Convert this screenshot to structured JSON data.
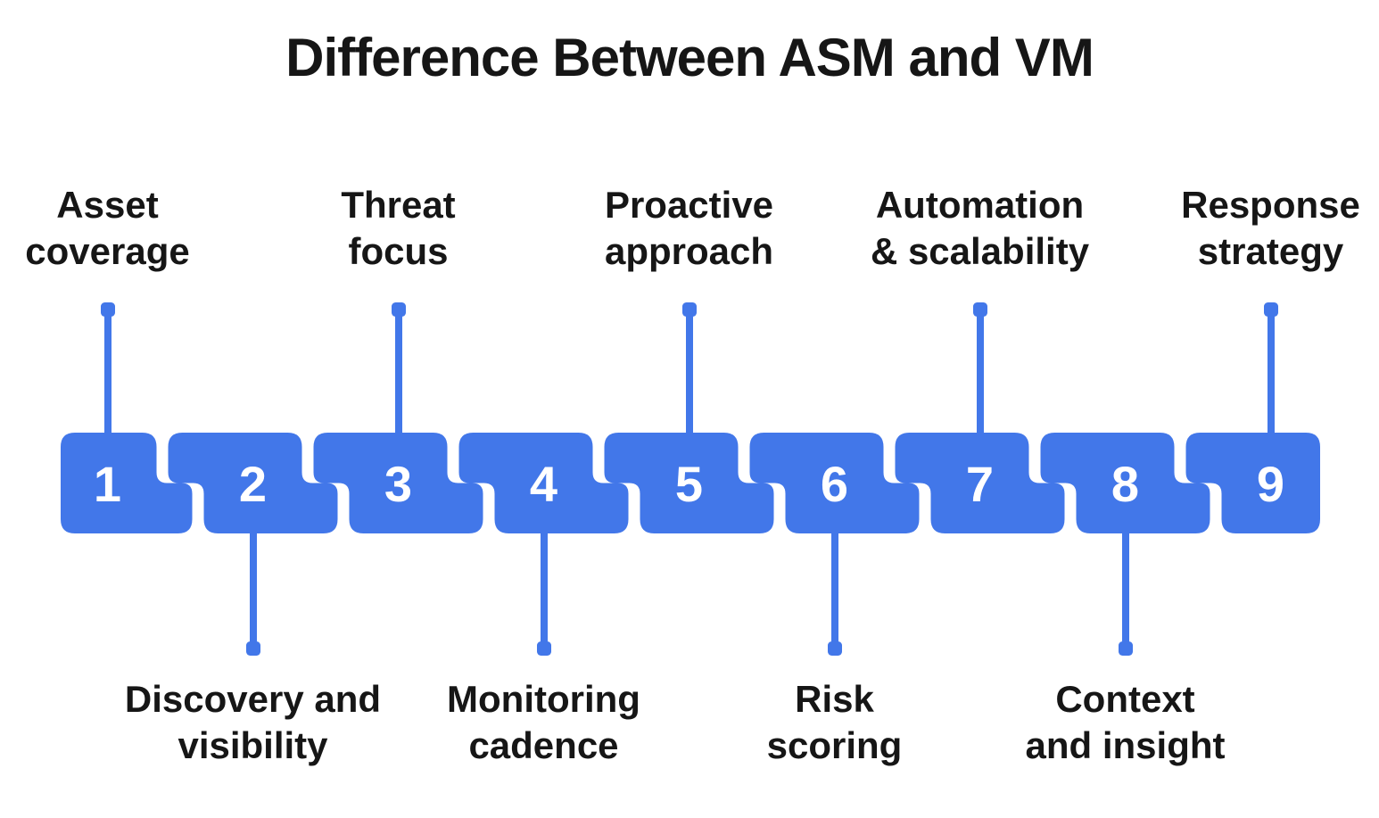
{
  "title": "Difference Between ASM and VM",
  "colors": {
    "accent_blue": "#4277e9",
    "text": "#161616",
    "number_text": "#ffffff",
    "background": "#ffffff"
  },
  "steps": [
    {
      "number": "1",
      "label": "Asset coverage",
      "lines": [
        "Asset",
        "coverage"
      ],
      "label_position": "top"
    },
    {
      "number": "2",
      "label": "Discovery and visibility",
      "lines": [
        "Discovery and",
        "visibility"
      ],
      "label_position": "bottom"
    },
    {
      "number": "3",
      "label": "Threat focus",
      "lines": [
        "Threat",
        "focus"
      ],
      "label_position": "top"
    },
    {
      "number": "4",
      "label": "Monitoring cadence",
      "lines": [
        "Monitoring",
        "cadence"
      ],
      "label_position": "bottom"
    },
    {
      "number": "5",
      "label": "Proactive approach",
      "lines": [
        "Proactive",
        "approach"
      ],
      "label_position": "top"
    },
    {
      "number": "6",
      "label": "Risk scoring",
      "lines": [
        "Risk",
        "scoring"
      ],
      "label_position": "bottom"
    },
    {
      "number": "7",
      "label": "Automation & scalability",
      "lines": [
        "Automation",
        "& scalability"
      ],
      "label_position": "top"
    },
    {
      "number": "8",
      "label": "Context and insight",
      "lines": [
        "Context",
        "and insight"
      ],
      "label_position": "bottom"
    },
    {
      "number": "9",
      "label": "Response strategy",
      "lines": [
        "Response",
        "strategy"
      ],
      "label_position": "top"
    }
  ]
}
